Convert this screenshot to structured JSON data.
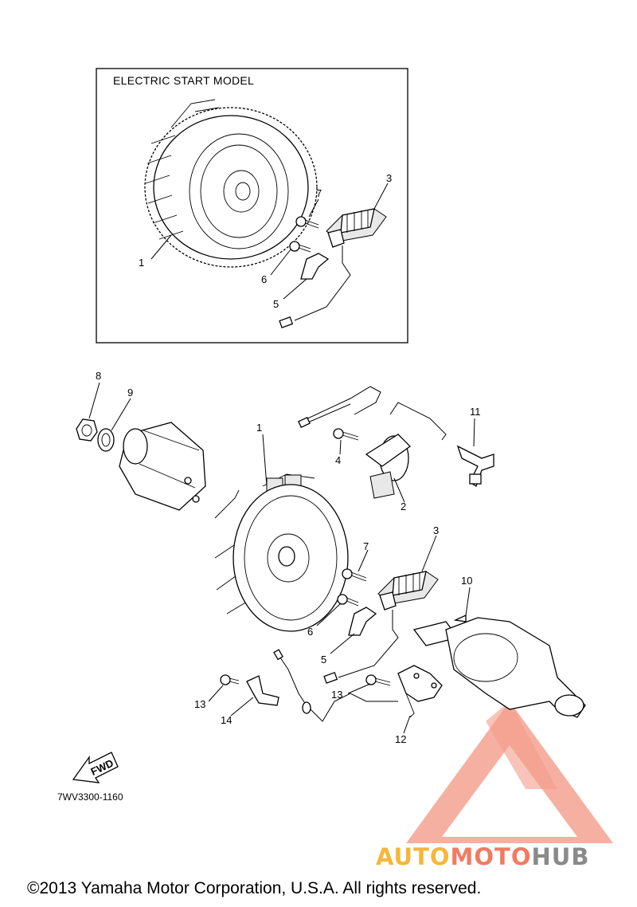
{
  "inset": {
    "label": "ELECTRIC START MODEL"
  },
  "callouts": {
    "inset": [
      "1",
      "3",
      "5",
      "6",
      "7"
    ],
    "main": [
      "1",
      "2",
      "3",
      "4",
      "5",
      "6",
      "7",
      "8",
      "9",
      "10",
      "11",
      "12",
      "13",
      "13",
      "14"
    ]
  },
  "fwd_label": "FWD",
  "drawing_code": "7WV3300-1160",
  "watermark": {
    "auto": "AUTO",
    "moto": "MOTO",
    "hub": "HUB"
  },
  "colors": {
    "watermark_red": "#f07b62",
    "watermark_orange": "#f5b63a",
    "watermark_gray": "#8a8a8a"
  },
  "copyright": "©2013 Yamaha Motor Corporation, U.S.A. All rights reserved."
}
